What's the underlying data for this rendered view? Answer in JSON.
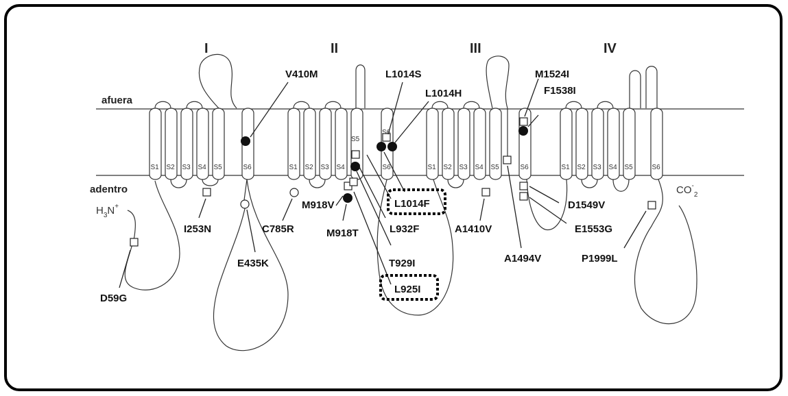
{
  "domains": [
    "I",
    "II",
    "III",
    "IV"
  ],
  "sides": {
    "outside": "afuera",
    "inside": "adentro"
  },
  "segments": [
    "S1",
    "S2",
    "S3",
    "S4",
    "S5",
    "S6"
  ],
  "termini": {
    "n_main": "H",
    "n_sub1": "3",
    "n_mid": "N",
    "n_sup": "+",
    "c_main": "CO",
    "c_sup": "-",
    "c_sub": "2"
  },
  "mutations": {
    "d59g": "D59G",
    "i253n": "I253N",
    "v410m": "V410M",
    "e435k": "E435K",
    "c785r": "C785R",
    "m918v": "M918V",
    "m918t": "M918T",
    "l925i": "L925I",
    "t929i": "T929I",
    "l932f": "L932F",
    "l1014s": "L1014S",
    "l1014h": "L1014H",
    "l1014f": "L1014F",
    "a1410v": "A1410V",
    "a1494v": "A1494V",
    "m1524i": "M1524I",
    "f1538i": "F1538I",
    "d1549v": "D1549V",
    "e1553g": "E1553G",
    "p1999l": "P1999L"
  },
  "highlighted": [
    "L1014F",
    "L925I"
  ]
}
